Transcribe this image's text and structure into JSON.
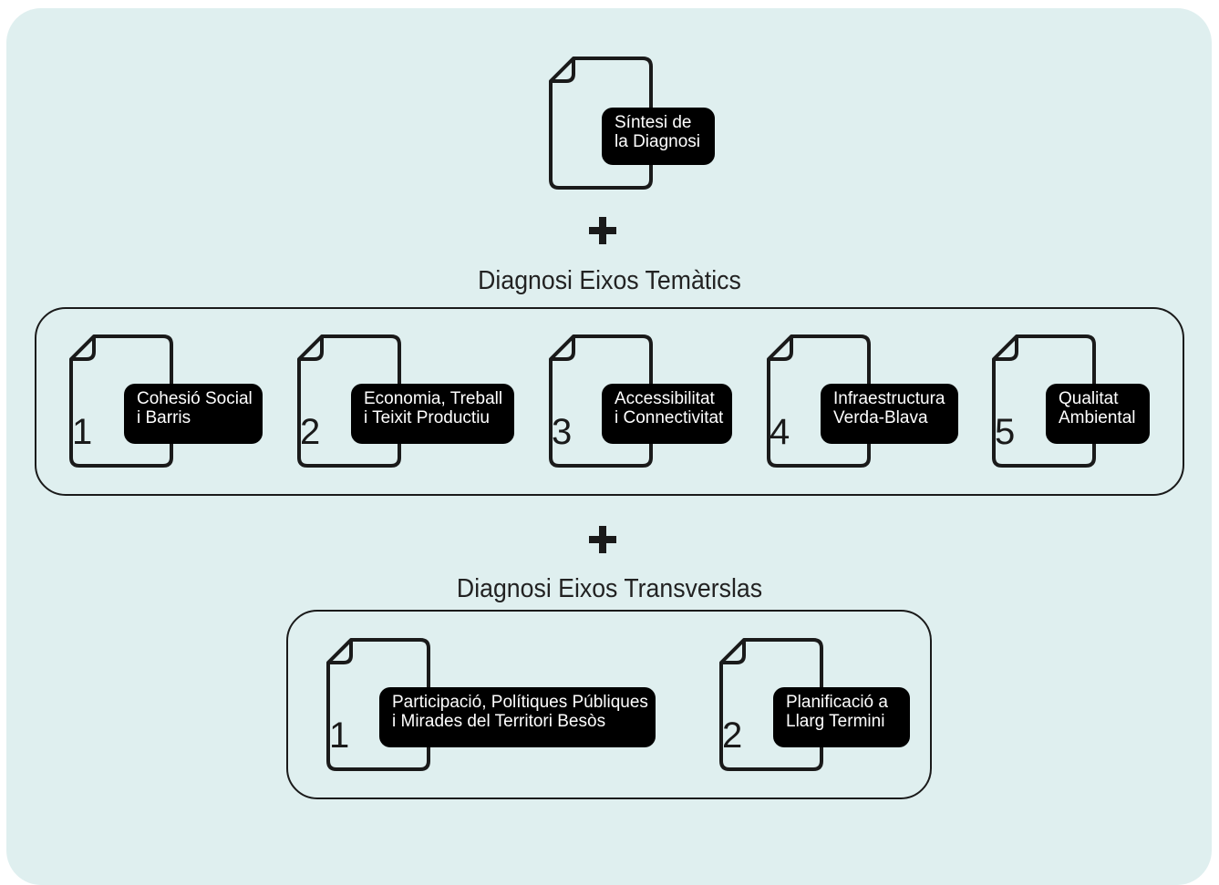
{
  "synthesis": {
    "label_line1": "Síntesi de",
    "label_line2": "la Diagnosi"
  },
  "thematic": {
    "title": "Diagnosi Eixos Temàtics",
    "items": [
      {
        "number": "1",
        "line1": "Cohesió Social",
        "line2": "i Barris"
      },
      {
        "number": "2",
        "line1": "Economia, Treball",
        "line2": "i Teixit Productiu"
      },
      {
        "number": "3",
        "line1": "Accessibilitat",
        "line2": "i Connectivitat"
      },
      {
        "number": "4",
        "line1": "Infraestructura",
        "line2": "Verda-Blava"
      },
      {
        "number": "5",
        "line1": "Qualitat",
        "line2": "Ambiental"
      }
    ]
  },
  "transversal": {
    "title": "Diagnosi Eixos Transverslas",
    "items": [
      {
        "number": "1",
        "line1": "Participació, Polítiques Públiques",
        "line2": "i Mirades del Territori Besòs"
      },
      {
        "number": "2",
        "line1": "Planificació a",
        "line2": "Llarg Termini"
      }
    ]
  },
  "colors": {
    "panel_background": "#dfefef",
    "ink": "#1a1a1a",
    "label_background": "#000000",
    "label_text": "#ffffff"
  },
  "icons": {
    "document": "document-icon",
    "plus": "plus-icon"
  }
}
